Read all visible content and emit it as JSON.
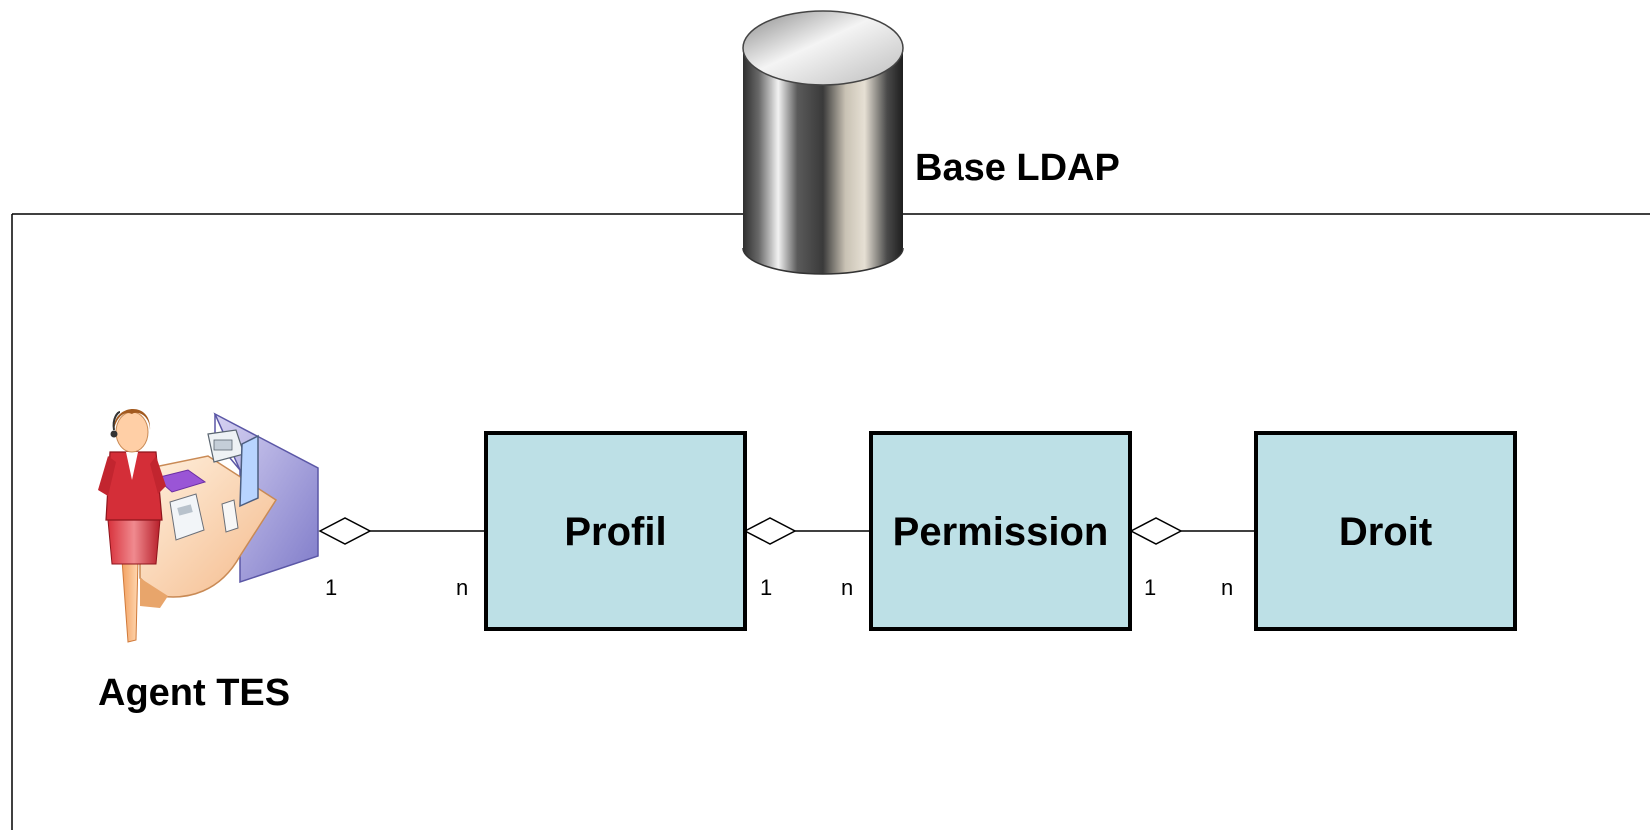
{
  "colors": {
    "entity_fill": "#bde0e6",
    "entity_border": "#000000",
    "background": "#ffffff",
    "frame": "#000000"
  },
  "database": {
    "icon": "database-cylinder-icon",
    "label": "Base LDAP"
  },
  "actor": {
    "icon": "call-center-agent-icon",
    "label": "Agent TES"
  },
  "entities": [
    {
      "name": "Profil"
    },
    {
      "name": "Permission"
    },
    {
      "name": "Droit"
    }
  ],
  "relations": [
    {
      "from": "Agent TES",
      "to": "Profil",
      "kind": "aggregation",
      "from_mult": "1",
      "to_mult": "n"
    },
    {
      "from": "Profil",
      "to": "Permission",
      "kind": "aggregation",
      "from_mult": "1",
      "to_mult": "n"
    },
    {
      "from": "Permission",
      "to": "Droit",
      "kind": "aggregation",
      "from_mult": "1",
      "to_mult": "n"
    }
  ]
}
